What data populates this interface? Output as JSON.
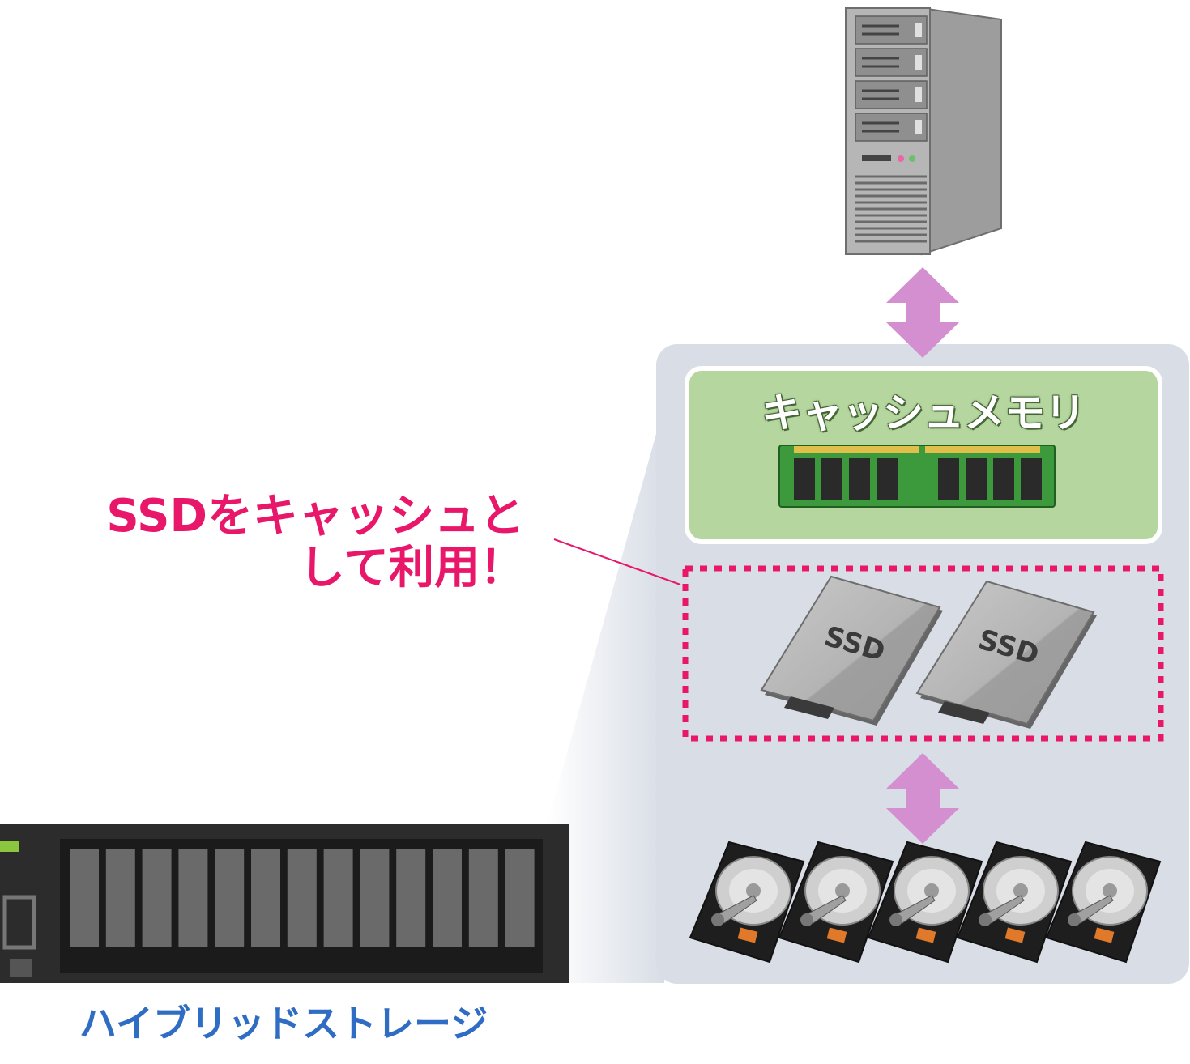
{
  "callout": {
    "line1": "SSDをキャッシュと",
    "line2": "して利用！"
  },
  "cache_memory": {
    "title": "キャッシュメモリ"
  },
  "ssd": {
    "label": "SSD",
    "count": 2
  },
  "hdd": {
    "count": 5
  },
  "storage": {
    "label": "ハイブリッドストレージ"
  },
  "colors": {
    "callout": "#e8176a",
    "arrow": "#d48fd0",
    "panel": "#d8dde6",
    "cache_box": "#b5d79f",
    "storage_label": "#2f6dc4",
    "dotted_border": "#e8176a",
    "rack_body": "#2c2c2c",
    "rack_led": "#8cc63f"
  }
}
